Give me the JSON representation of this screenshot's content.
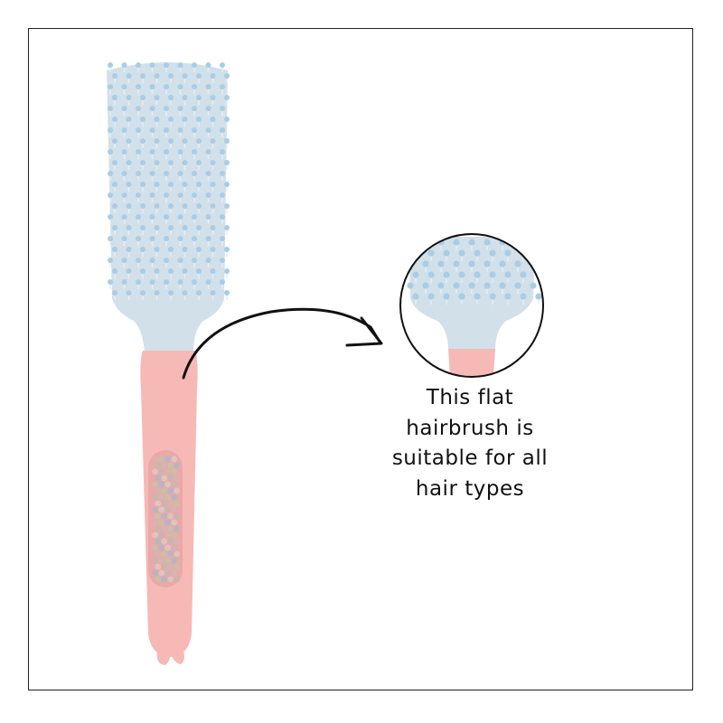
{
  "caption": {
    "lines": [
      "This flat",
      "hairbrush is",
      "suitable for all",
      "hair types"
    ]
  },
  "colors": {
    "handle": "#f5b8b8",
    "head": "#c9dbe8",
    "bristle": "#a9cde6",
    "frame": "#222222"
  }
}
